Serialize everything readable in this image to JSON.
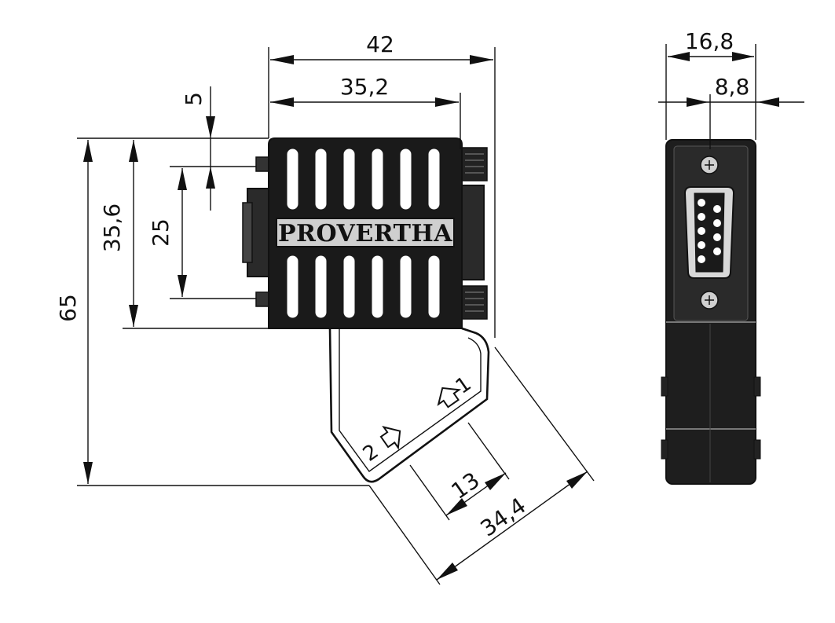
{
  "brand": "PROVERTHA",
  "ports": {
    "port1": "1",
    "port2": "2"
  },
  "dimensions": {
    "overall_width": "42",
    "body_width": "35,2",
    "top_offset": "5",
    "screw_pitch": "25",
    "body_height": "35,6",
    "overall_height": "65",
    "port_offset": "13",
    "angled_width": "34,4",
    "side_width": "16,8",
    "side_half": "8,8"
  }
}
